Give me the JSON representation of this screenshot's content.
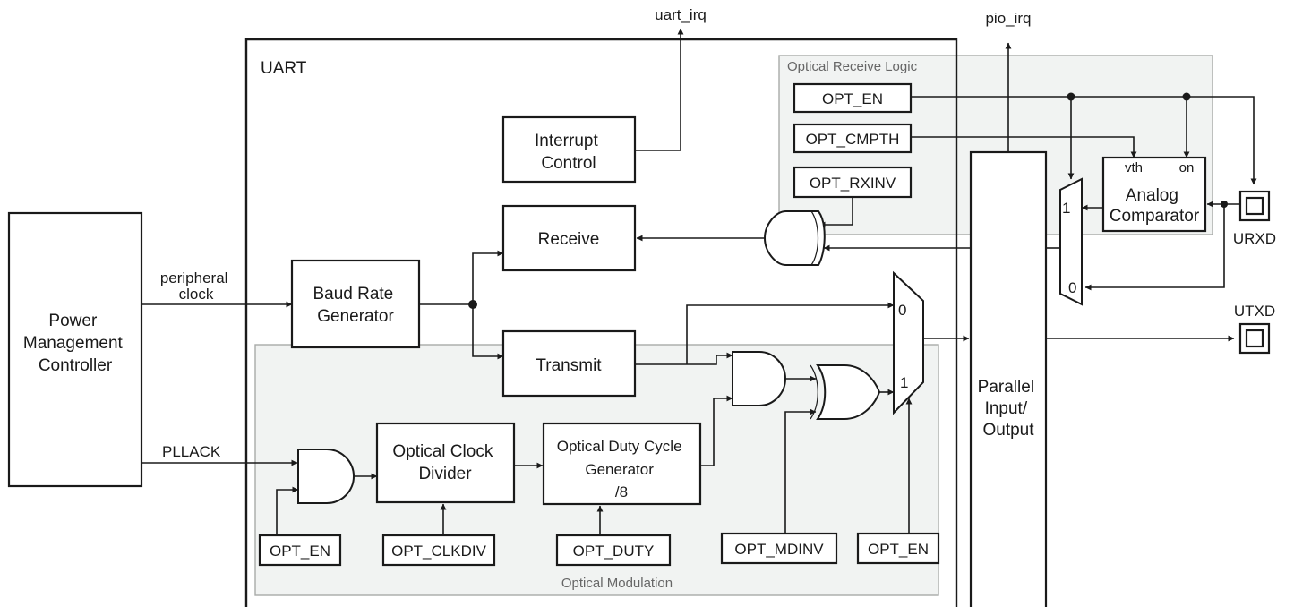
{
  "blocks": {
    "pmc": [
      "Power",
      "Management",
      "Controller"
    ],
    "uart": "UART",
    "baud": [
      "Baud Rate",
      "Generator"
    ],
    "interrupt": [
      "Interrupt",
      "Control"
    ],
    "receive": "Receive",
    "transmit": "Transmit",
    "clock_div": [
      "Optical Clock",
      "Divider"
    ],
    "duty_gen": [
      "Optical Duty Cycle",
      "Generator",
      "/8"
    ],
    "pio": [
      "Parallel",
      "Input/",
      "Output"
    ],
    "comparator": [
      "Analog",
      "Comparator"
    ],
    "comparator_pins": {
      "vth": "vth",
      "on": "on"
    }
  },
  "regions": {
    "optical_receive": "Optical Receive Logic",
    "optical_modulation": "Optical Modulation"
  },
  "registers": {
    "rx_opt_en": "OPT_EN",
    "rx_cmpth": "OPT_CMPTH",
    "rx_inv": "OPT_RXINV",
    "mod_opt_en": "OPT_EN",
    "clkdiv": "OPT_CLKDIV",
    "duty": "OPT_DUTY",
    "mdinv": "OPT_MDINV",
    "mux_opt_en": "OPT_EN"
  },
  "signals": {
    "uart_irq": "uart_irq",
    "pio_irq": "pio_irq",
    "peripheral_clock": [
      "peripheral",
      "clock"
    ],
    "pllack": "PLLACK"
  },
  "pins": {
    "urxd": "URXD",
    "utxd": "UTXD"
  },
  "mux_inputs": {
    "zero": "0",
    "one": "1"
  }
}
